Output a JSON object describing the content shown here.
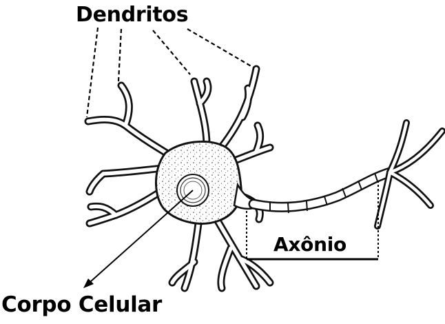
{
  "labels": {
    "dendrites": "Dendritos",
    "axon": "Axônio",
    "cell_body": "Corpo Celular"
  },
  "colors": {
    "ink": "#000000",
    "background": "#ffffff"
  }
}
